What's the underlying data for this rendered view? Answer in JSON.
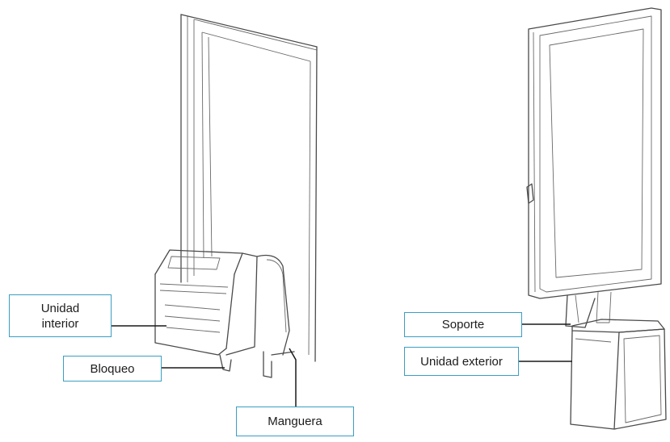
{
  "labels": {
    "unidad_interior_line1": "Unidad",
    "unidad_interior_line2": "interior",
    "bloqueo": "Bloqueo",
    "manguera": "Manguera",
    "soporte": "Soporte",
    "unidad_exterior": "Unidad exterior"
  },
  "colors": {
    "callout_border": "#3b9ec4",
    "line_art": "#4a4a4a",
    "background": "#ffffff"
  }
}
